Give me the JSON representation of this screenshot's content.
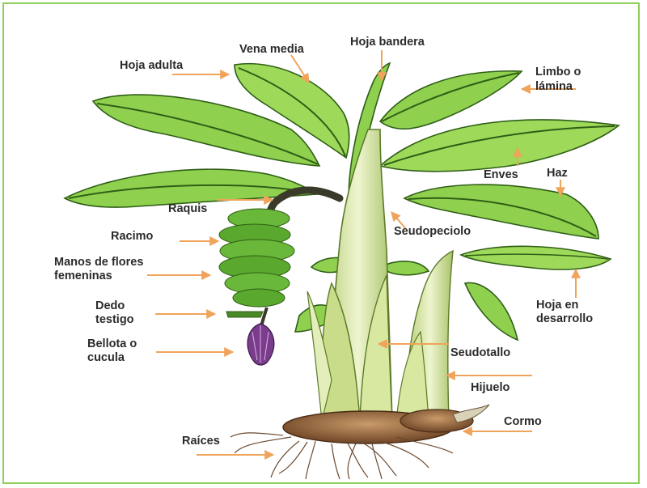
{
  "figure": {
    "labels": {
      "hoja_adulta": "Hoja adulta",
      "vena_media": "Vena media",
      "hoja_bandera": "Hoja bandera",
      "limbo_1": "Limbo o",
      "limbo_2": "lámina",
      "enves": "Enves",
      "haz": "Haz",
      "raquis": "Raquis",
      "seudopeciolo": "Seudopeciolo",
      "racimo": "Racimo",
      "manos_1": "Manos de flores",
      "manos_2": "femeninas",
      "dedo_1": "Dedo",
      "dedo_2": "testigo",
      "hoja_desarrollo_1": "Hoja en",
      "hoja_desarrollo_2": "desarrollo",
      "bellota_1": "Bellota o",
      "bellota_2": "cucula",
      "seudotallo": "Seudotallo",
      "hijuelo": "Hijuelo",
      "cormo": "Cormo",
      "raices": "Raíces"
    },
    "colors": {
      "frame": "#8dcf5a",
      "arrow": "#f0a35a",
      "leaf": "#8fd14f",
      "leaf_dark": "#3f7a1e",
      "stem": "#d7e6a8",
      "fruit": "#6ab83a",
      "bud": "#7b3c8e",
      "corm": "#8a5a3a",
      "root": "#6b4a30"
    }
  }
}
